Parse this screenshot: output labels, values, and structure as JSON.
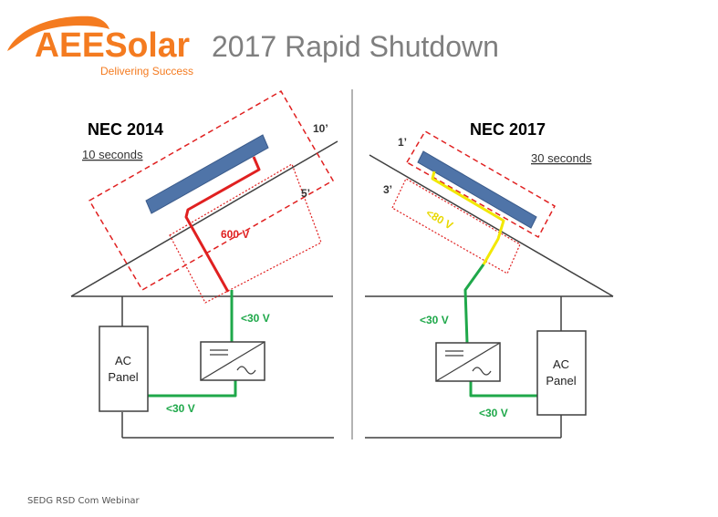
{
  "header": {
    "logo_text": "AEESolar",
    "logo_tagline": "Delivering Success",
    "title": "2017 Rapid Shutdown"
  },
  "left": {
    "heading": "NEC 2014",
    "time_label": "10 seconds",
    "dim_outer": "10’",
    "dim_inner": "5’",
    "array_voltage": "600 V",
    "conduit_voltage": "<30 V",
    "ground_voltage": "<30 V",
    "panel_line1": "AC",
    "panel_line2": "Panel"
  },
  "right": {
    "heading": "NEC 2017",
    "time_label": "30 seconds",
    "dim_outer": "1’",
    "dim_inner": "3’",
    "array_voltage": "<80 V",
    "conduit_voltage": "<30 V",
    "ground_voltage": "<30 V",
    "panel_line1": "AC",
    "panel_line2": "Panel"
  },
  "footer": "SEDG RSD Com Webinar",
  "colors": {
    "brand_orange": "#F47B20",
    "title_gray": "#7F7F7F",
    "boundary_red": "#E02020",
    "wire_red": "#E02020",
    "wire_green": "#1FA84A",
    "wire_yellow": "#F2E800",
    "panel_blue": "#4F74A8",
    "structure": "#3F3F3F"
  }
}
